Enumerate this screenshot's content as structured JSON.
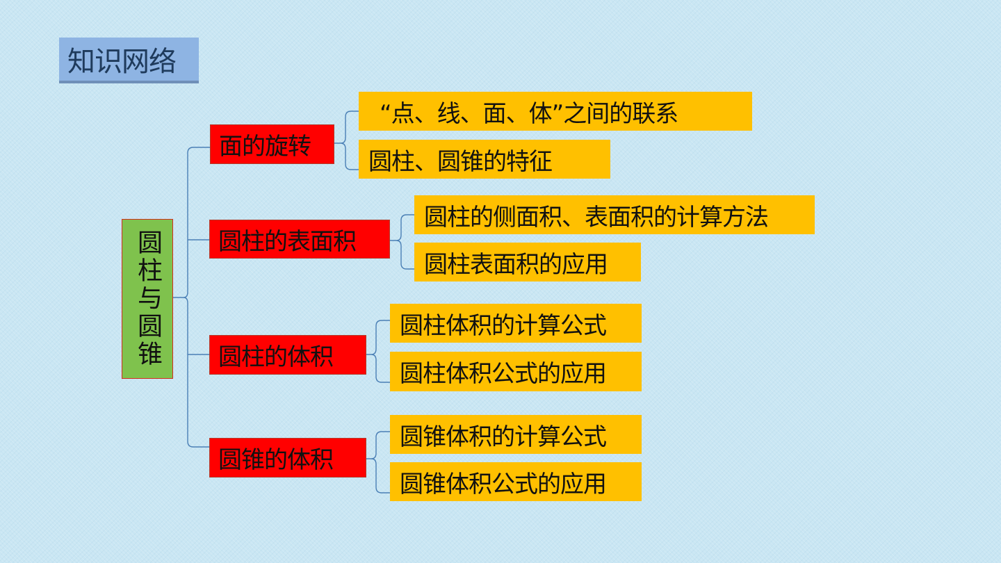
{
  "title": "知识网络",
  "root": "圆柱与圆锥",
  "branches": [
    {
      "label": "面的旋转",
      "children": [
        "“点、线、面、体”之间的联系",
        "圆柱、圆锥的特征"
      ]
    },
    {
      "label": "圆柱的表面积",
      "children": [
        "圆柱的侧面积、表面积的计算方法",
        "圆柱表面积的应用"
      ]
    },
    {
      "label": "圆柱的体积",
      "children": [
        "圆柱体积的计算公式",
        "圆柱体积公式的应用"
      ]
    },
    {
      "label": "圆锥的体积",
      "children": [
        "圆锥体积的计算公式",
        "圆锥体积公式的应用"
      ]
    }
  ],
  "colors": {
    "background": "#c9e6f3",
    "title_box": "#8eb4e3",
    "root_box": "#7fc24d",
    "branch_box": "#ff0000",
    "leaf_box": "#ffc000",
    "connector": "#4a7fb5"
  }
}
